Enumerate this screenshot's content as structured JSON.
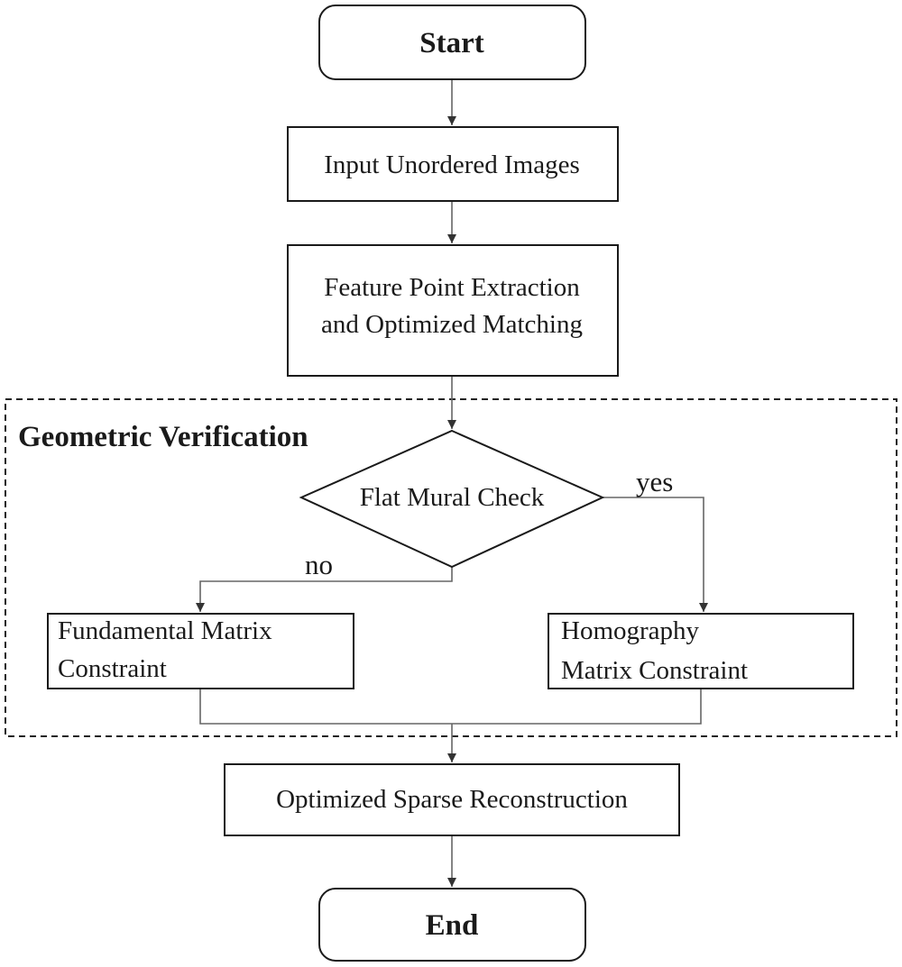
{
  "section": {
    "title": "Geometric Verification"
  },
  "nodes": {
    "start": "Start",
    "input": "Input Unordered Images",
    "feature_line1": "Feature Point Extraction",
    "feature_line2": "and Optimized Matching",
    "decision": "Flat Mural Check",
    "fundamental_line1": "Fundamental Matrix",
    "fundamental_line2": "Constraint",
    "homography_line1": "Homography",
    "homography_line2": "Matrix Constraint",
    "sparse": "Optimized Sparse Reconstruction",
    "end": "End"
  },
  "edges": {
    "yes_label": "yes",
    "no_label": "no"
  },
  "colors": {
    "stroke": "#1a1a1a",
    "connector": "#666666",
    "background": "#ffffff"
  }
}
